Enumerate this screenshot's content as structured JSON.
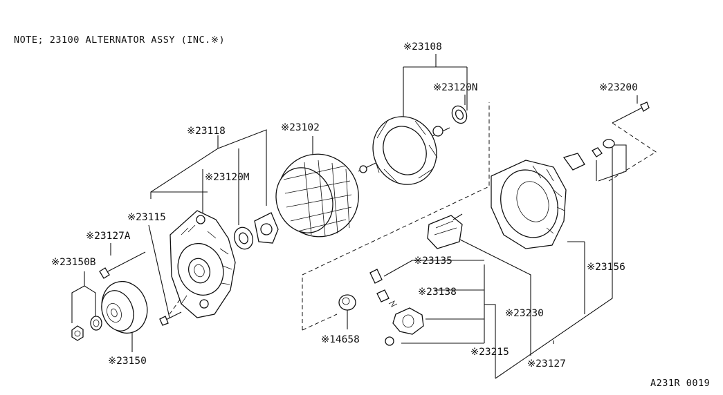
{
  "note": "NOTE; 23100 ALTERNATOR ASSY (INC.※)",
  "diagram_code": "A231R 0019",
  "labels": {
    "p23108": "※23108",
    "p23120N": "※23120N",
    "p23200": "※23200",
    "p23118": "※23118",
    "p23102": "※23102",
    "p23120M": "※23120M",
    "p23115": "※23115",
    "p23127A": "※23127A",
    "p23150B": "※23150B",
    "p23150": "※23150",
    "p14658": "※14658",
    "p23135": "※23135",
    "p23138": "※23138",
    "p23230": "※23230",
    "p23215": "※23215",
    "p23127": "※23127",
    "p23156": "※23156"
  }
}
